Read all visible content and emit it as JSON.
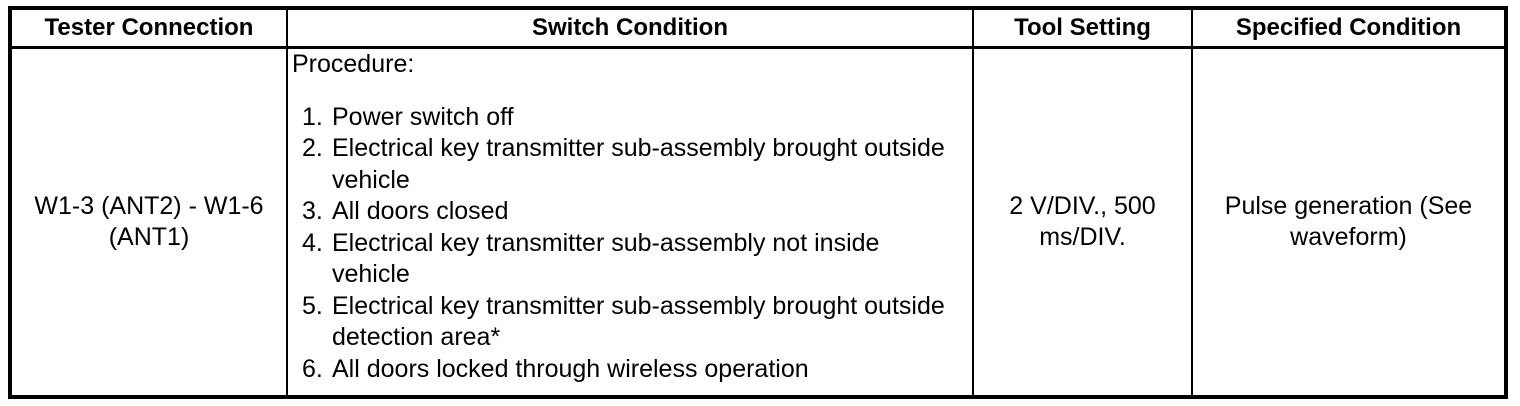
{
  "table": {
    "background_color": "#ffffff",
    "border_color": "#000000",
    "headers": [
      "Tester Connection",
      "Switch Condition",
      "Tool Setting",
      "Specified Condition"
    ],
    "row": {
      "tester_connection": "W1-3 (ANT2) - W1-6 (ANT1)",
      "switch_condition": {
        "intro": "Procedure:",
        "steps": [
          {
            "num": "1.",
            "text": "Power switch off"
          },
          {
            "num": "2.",
            "text": "Electrical key transmitter sub-assembly brought outside vehicle"
          },
          {
            "num": "3.",
            "text": "All doors closed"
          },
          {
            "num": "4.",
            "text": "Electrical key transmitter sub-assembly not inside vehicle"
          },
          {
            "num": "5.",
            "text": "Electrical key transmitter sub-assembly brought outside detection area*"
          },
          {
            "num": "6.",
            "text": "All doors locked through wireless operation"
          }
        ]
      },
      "tool_setting": "2 V/DIV., 500 ms/DIV.",
      "specified_condition": "Pulse generation (See waveform)"
    }
  }
}
